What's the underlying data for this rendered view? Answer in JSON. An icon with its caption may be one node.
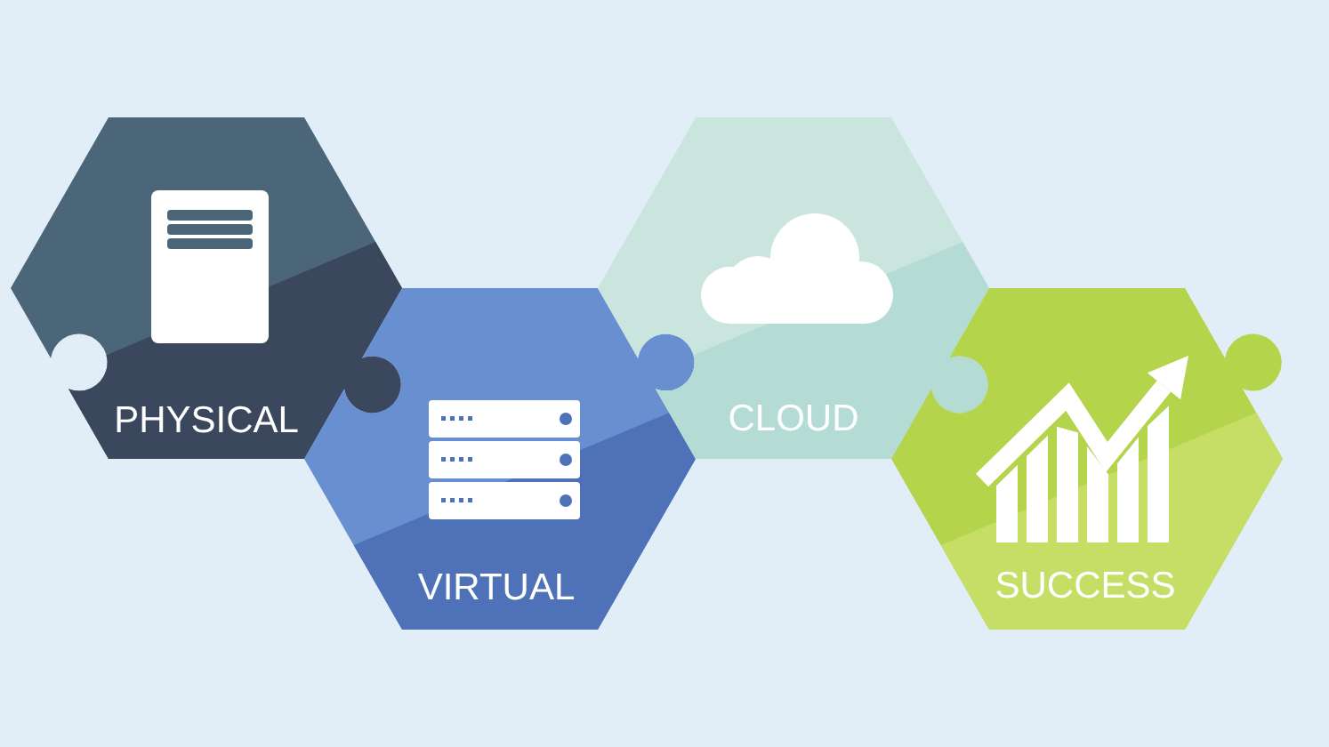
{
  "diagram": {
    "nodes": [
      {
        "text": [
          "PHYSICAL"
        ]
      },
      {
        "text": [
          "VIRTUAL"
        ]
      },
      {
        "text": [
          "CLOUD"
        ]
      },
      {
        "text": [
          "SUCCESS"
        ]
      }
    ]
  }
}
